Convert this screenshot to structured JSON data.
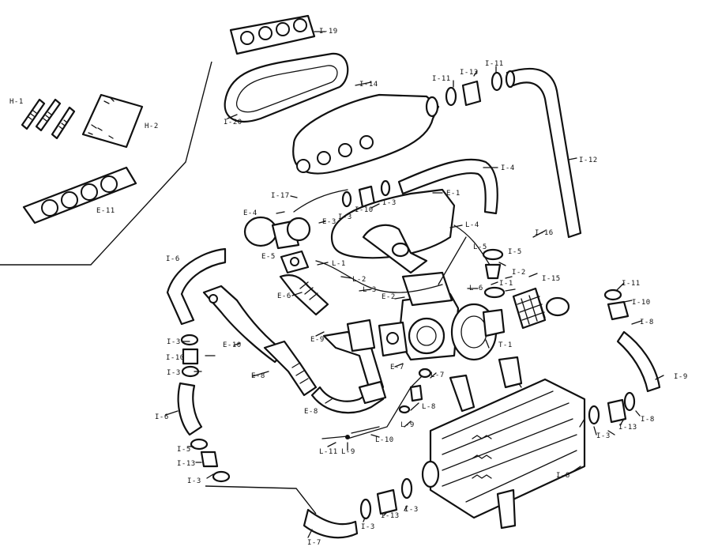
{
  "callouts": [
    {
      "id": "h1",
      "text": "H-1"
    },
    {
      "id": "h2",
      "text": "H-2"
    },
    {
      "id": "e11",
      "text": "E-11"
    },
    {
      "id": "i19",
      "text": "I-19"
    },
    {
      "id": "i20",
      "text": "I-20"
    },
    {
      "id": "i14",
      "text": "I-14"
    },
    {
      "id": "i11a",
      "text": "I-11"
    },
    {
      "id": "i13a",
      "text": "I-13"
    },
    {
      "id": "i11b",
      "text": "I-11"
    },
    {
      "id": "i12",
      "text": "I-12"
    },
    {
      "id": "i4",
      "text": "I-4"
    },
    {
      "id": "i17",
      "text": "I-17"
    },
    {
      "id": "e1",
      "text": "E-1"
    },
    {
      "id": "i3a",
      "text": "I-3"
    },
    {
      "id": "i10a",
      "text": "I-10"
    },
    {
      "id": "i3b",
      "text": "I-3"
    },
    {
      "id": "e4",
      "text": "E-4"
    },
    {
      "id": "e3",
      "text": "E-3"
    },
    {
      "id": "l4",
      "text": "L-4"
    },
    {
      "id": "i16",
      "text": "I-16"
    },
    {
      "id": "i6a",
      "text": "I-6"
    },
    {
      "id": "e5",
      "text": "E-5"
    },
    {
      "id": "l1",
      "text": "L-1"
    },
    {
      "id": "l5",
      "text": "L-5"
    },
    {
      "id": "i5a",
      "text": "I-5"
    },
    {
      "id": "i2",
      "text": "I-2"
    },
    {
      "id": "i15",
      "text": "I-15"
    },
    {
      "id": "l2",
      "text": "L-2"
    },
    {
      "id": "l3",
      "text": "L-3"
    },
    {
      "id": "l6",
      "text": "L-6"
    },
    {
      "id": "i1",
      "text": "I-1"
    },
    {
      "id": "e6",
      "text": "E-6"
    },
    {
      "id": "e2",
      "text": "E-2"
    },
    {
      "id": "i11c",
      "text": "I-11"
    },
    {
      "id": "i10b",
      "text": "I-10"
    },
    {
      "id": "i8a",
      "text": "I-8"
    },
    {
      "id": "i3c",
      "text": "I-3"
    },
    {
      "id": "e10",
      "text": "E-10"
    },
    {
      "id": "e9",
      "text": "E-9"
    },
    {
      "id": "t1",
      "text": "T-1"
    },
    {
      "id": "i10c",
      "text": "I-10"
    },
    {
      "id": "e7",
      "text": "E-7"
    },
    {
      "id": "i3d",
      "text": "I-3"
    },
    {
      "id": "e8",
      "text": "E-8"
    },
    {
      "id": "l7",
      "text": "L-7"
    },
    {
      "id": "i9",
      "text": "I-9"
    },
    {
      "id": "l8",
      "text": "L-8"
    },
    {
      "id": "e8b",
      "text": "E-8"
    },
    {
      "id": "i6b",
      "text": "I-6"
    },
    {
      "id": "l9a",
      "text": "L-9"
    },
    {
      "id": "i8b",
      "text": "I-8"
    },
    {
      "id": "i13b",
      "text": "I-13"
    },
    {
      "id": "i3e",
      "text": "I-3"
    },
    {
      "id": "l10",
      "text": "L-10"
    },
    {
      "id": "i5b",
      "text": "I-5"
    },
    {
      "id": "l11",
      "text": "L-11"
    },
    {
      "id": "l9b",
      "text": "L-9"
    },
    {
      "id": "i13c",
      "text": "I-13"
    },
    {
      "id": "i3f",
      "text": "I-3"
    },
    {
      "id": "i8c",
      "text": "I-8"
    },
    {
      "id": "i3g",
      "text": "I-3"
    },
    {
      "id": "i13d",
      "text": "I-13"
    },
    {
      "id": "i3h",
      "text": "I-3"
    },
    {
      "id": "i7",
      "text": "I-7"
    }
  ]
}
